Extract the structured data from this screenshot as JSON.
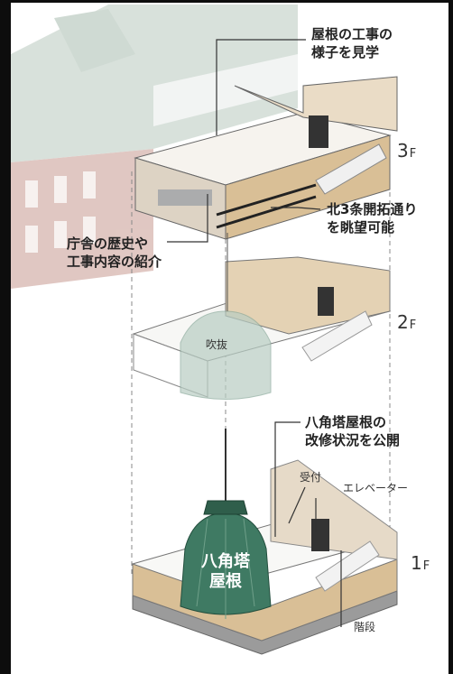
{
  "labels": {
    "roof_work": "屋根の工事の\n様子を見学",
    "history": "庁舎の歴史や\n工事内容の紹介",
    "view": "北3条開拓通り\nを眺望可能",
    "octagon_renovation": "八角塔屋根の\n改修状況を公開",
    "fukinuke": "吹抜",
    "reception": "受付",
    "elevator": "エレベーター",
    "stairs": "階段",
    "dome": "八角塔\n屋根"
  },
  "floors": [
    {
      "main": "3",
      "sub": "F"
    },
    {
      "main": "2",
      "sub": "F"
    },
    {
      "main": "1",
      "sub": "F"
    }
  ],
  "colors": {
    "brick": "#b98a82",
    "roof": "#9fb7a8",
    "wood_floor": "#d9bf96",
    "dome_green": "#3f7a63",
    "outline": "#666666"
  }
}
